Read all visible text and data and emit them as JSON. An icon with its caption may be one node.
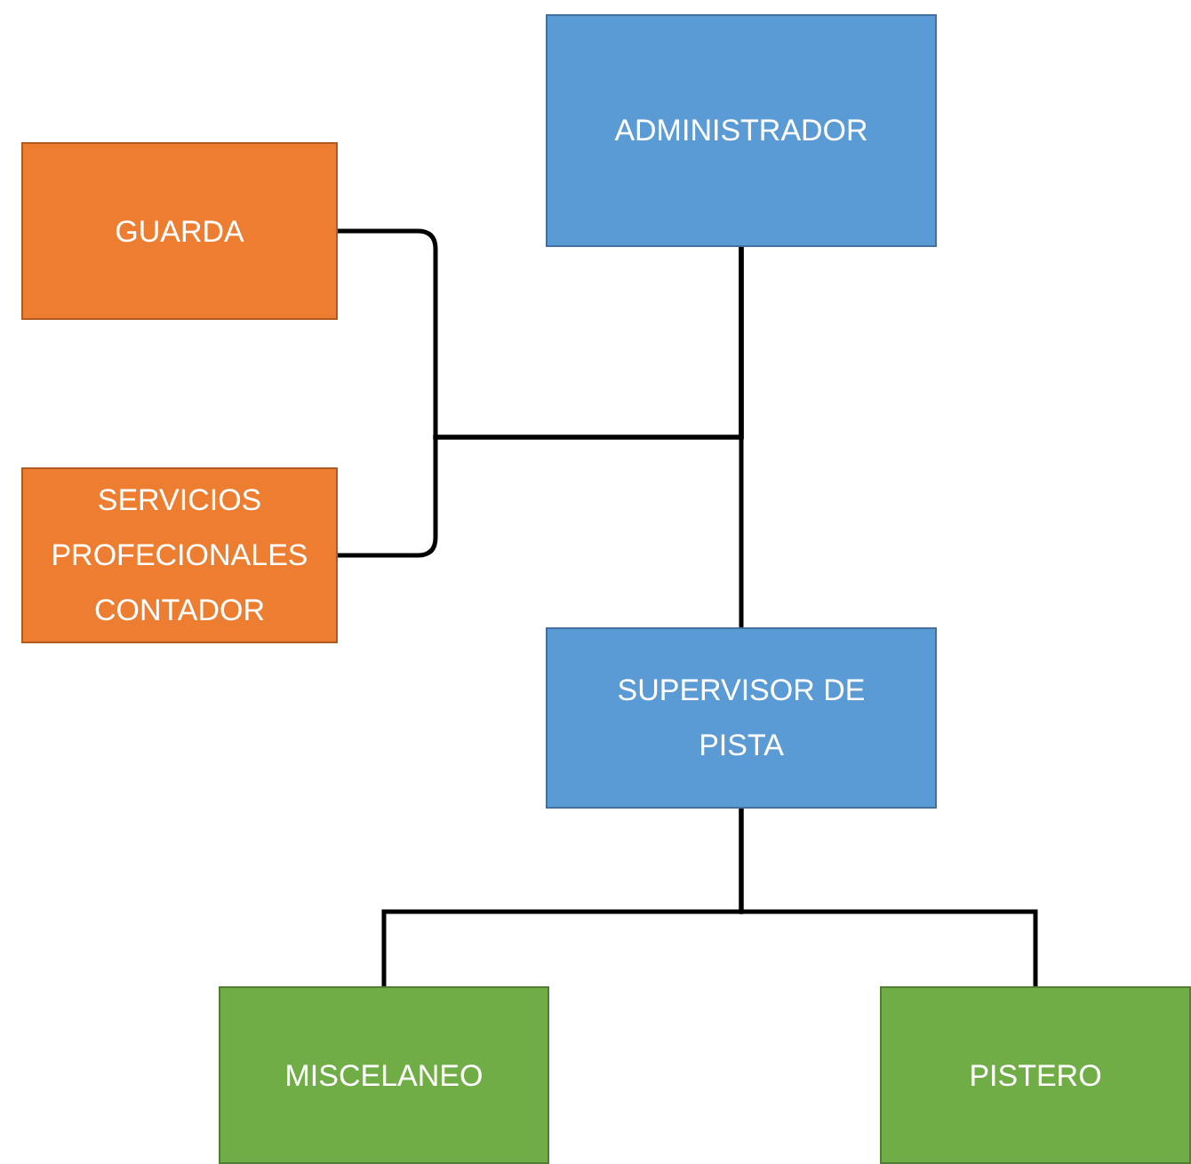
{
  "diagram": {
    "nodes": [
      {
        "text": [
          "ADMINISTRADOR"
        ]
      },
      {
        "text": [
          "GUARDA"
        ]
      },
      {
        "text": [
          "SERVICIOS PROFECIONALES CONTADOR"
        ]
      },
      {
        "text": [
          "SUPERVISOR DE PISTA"
        ]
      },
      {
        "text": [
          "MISCELANEO"
        ]
      },
      {
        "text": [
          "PISTERO"
        ]
      }
    ],
    "edges": [
      {
        "from": 0,
        "to": 3,
        "arrow": "none"
      },
      {
        "from": 1,
        "to": 0,
        "arrow": "none"
      },
      {
        "from": 2,
        "to": 0,
        "arrow": "none"
      },
      {
        "from": 3,
        "to": 4,
        "arrow": "none"
      },
      {
        "from": 3,
        "to": 5,
        "arrow": "none"
      }
    ]
  }
}
